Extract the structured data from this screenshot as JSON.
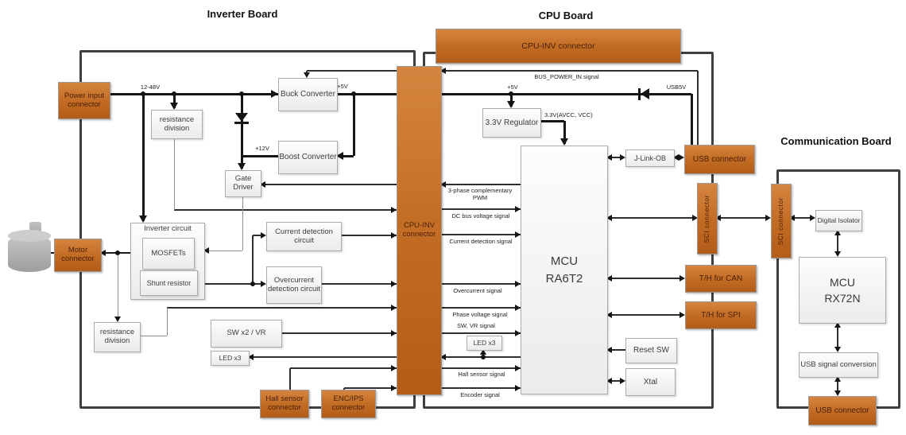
{
  "diagram": {
    "boards": {
      "inverter": "Inverter Board",
      "cpu": "CPU Board",
      "comm": "Communication Board"
    },
    "connectors": {
      "power_input": "Power input connector",
      "motor": "Motor connector",
      "cpu_inv": "CPU-INV connector",
      "cpu_inv_top": "CPU-INV connector",
      "hall": "Hall sensor connector",
      "enc_ips": "ENC/IPS connector",
      "usb_cpu": "USB connector",
      "sci_cpu": "SCI connector",
      "th_can": "T/H for CAN",
      "th_spi": "T/H for SPI",
      "sci_comm": "SCI connector",
      "usb_comm": "USB connector"
    },
    "blocks": {
      "buck": "Buck Converter",
      "boost": "Boost Converter",
      "gate_driver": "Gate Driver",
      "res_div_top": "resistance division",
      "res_div_bottom": "resistance division",
      "inverter_circuit": "Inverter circuit",
      "mosfets": "MOSFETs",
      "shunt": "Shunt resistor",
      "current_det": "Current detection circuit",
      "overcurrent_det": "Overcurrent detection circuit",
      "sw_vr": "SW x2 / VR",
      "led_inv": "LED x3",
      "led_cpu": "LED x3",
      "regulator": "3.3V Regulator",
      "mcu_cpu_1": "MCU",
      "mcu_cpu_2": "RA6T2",
      "jlink": "J-Link-OB",
      "reset_sw": "Reset SW",
      "xtal": "Xtal",
      "digital_isolator": "Digital Isolator",
      "mcu_comm_1": "MCU",
      "mcu_comm_2": "RX72N",
      "usb_conversion": "USB signal conversion"
    },
    "signals": {
      "v12_48": "12-48V",
      "p5v": "+5V",
      "p12v": "+12V",
      "p5v_cpu": "+5V",
      "usb5v": "USB5V",
      "bus_power": "BUS_POWER_IN signal",
      "v3_3": "3.3V(AVCC, VCC)",
      "pwm": "3-phase complementary PWM",
      "dc_bus": "DC bus voltage signal",
      "current": "Current detection signal",
      "overcurrent": "Overcurrent signal",
      "phase_voltage": "Phase voltage signal",
      "sw_vr": "SW, VR signal",
      "hall": "Hall sensor signal",
      "encoder": "Encoder signal"
    },
    "colors": {
      "connector_orange": "#c06a23",
      "board_outline": "#3f3f3f",
      "line": "#151515"
    }
  }
}
